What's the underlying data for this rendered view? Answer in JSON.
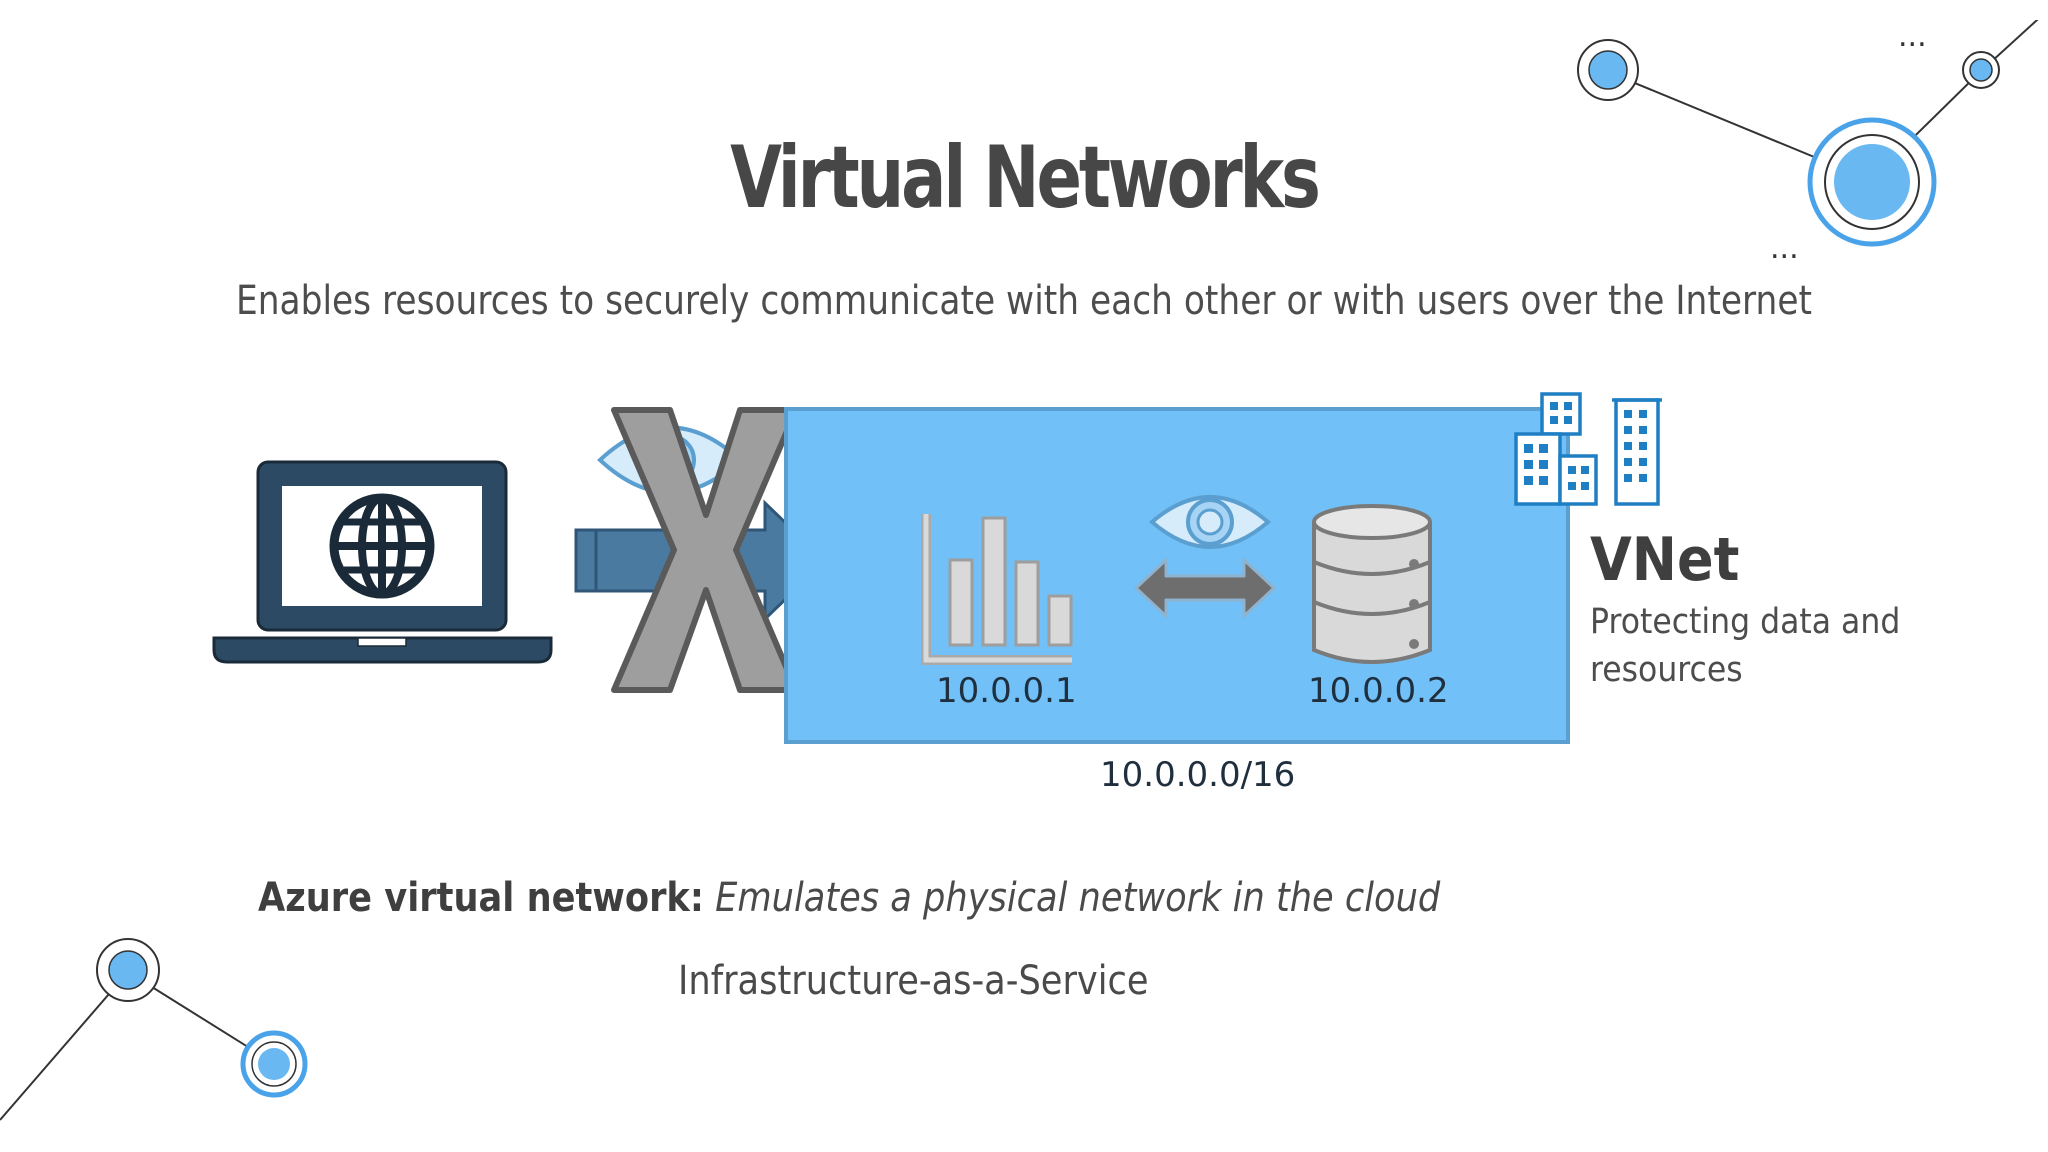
{
  "title": "Virtual Networks",
  "subtitle": "Enables resources to securely communicate with each other or with users over the Internet",
  "diagram": {
    "vnet_label": "VNet",
    "vnet_description": "Protecting data and resources",
    "vnet_cidr": "10.0.0.0/16",
    "resource_1_ip": "10.0.0.1",
    "resource_2_ip": "10.0.0.2"
  },
  "footer": {
    "azure_label": "Azure virtual network:",
    "azure_description": "Emulates a physical network in the cloud",
    "service_model": "Infrastructure-as-a-Service"
  },
  "colors": {
    "accent_blue": "#71c0f7",
    "dark_navy": "#2c4a63",
    "arrow_blue": "#4a7aa0",
    "cross_gray": "#9e9e9e",
    "title_gray": "#474747"
  }
}
